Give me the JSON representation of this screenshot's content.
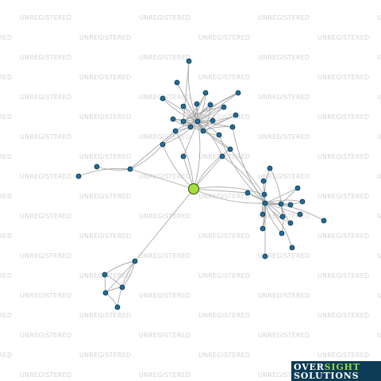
{
  "watermark": {
    "text": "UNREGISTERED"
  },
  "graph": {
    "focus_node_color": "#a6e03c",
    "node_color": "#1f6e99",
    "edge_color": "#a9a9a9",
    "node_count": 54
  },
  "logo": {
    "line1_part1": "OVER",
    "line1_part2": "SIGHT",
    "line2": "SOLUTIONS",
    "text_color": "#ffffff",
    "accent_color": "#9ad93a",
    "background": "#0b3b55"
  }
}
